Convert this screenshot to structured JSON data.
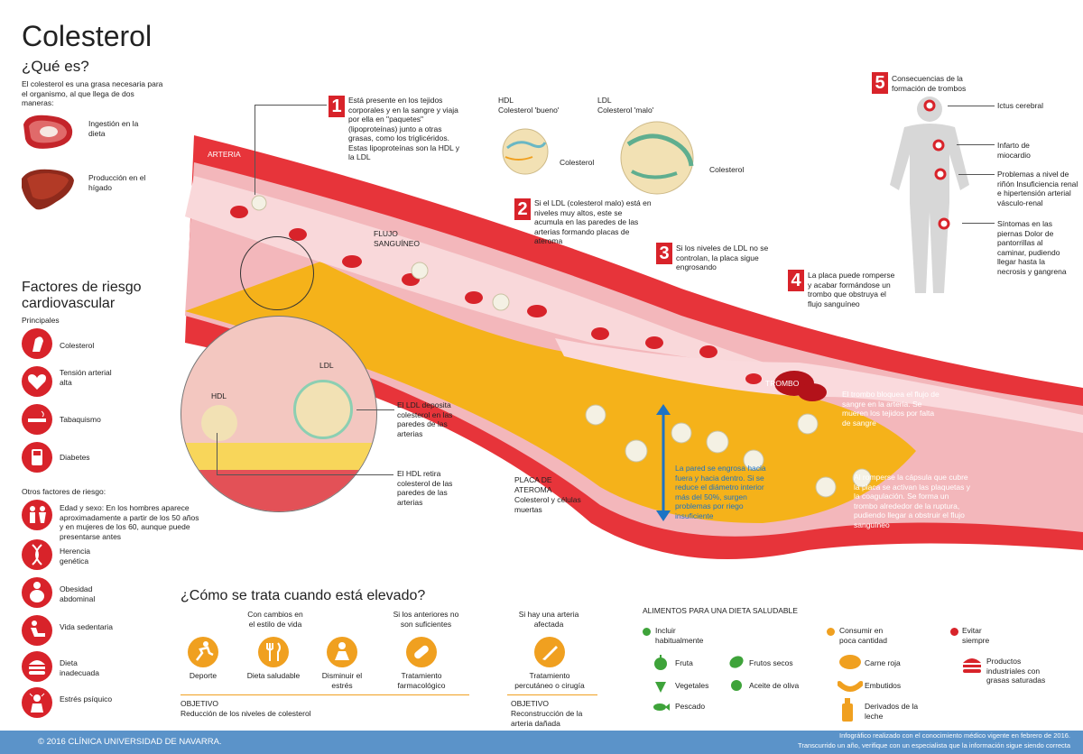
{
  "title": "Colesterol",
  "que_es": {
    "heading": "¿Qué es?",
    "intro": "El colesterol es una grasa necesaria para el organismo, al que llega de dos maneras:",
    "ingestion": "Ingestión en la dieta",
    "produccion": "Producción en el hígado"
  },
  "steps": {
    "s1_num": "1",
    "s1_text": "Está presente en los tejidos corporales y en la sangre y viaja por ella en \"paquetes\" (lipoproteínas) junto a otras grasas, como los triglicéridos. Estas lipoproteínas son la HDL y la LDL",
    "s2_num": "2",
    "s2_text": "Si el LDL (colesterol malo) está en niveles muy altos, este se acumula en las paredes de las arterias formando placas de ateroma",
    "s3_num": "3",
    "s3_text": "Si los niveles de LDL no se controlan, la placa sigue engrosando",
    "s4_num": "4",
    "s4_text": "La placa puede romperse y acabar formándose un trombo que obstruya el flujo sanguíneo",
    "s5_num": "5",
    "s5_text": "Consecuencias de la formación de trombos"
  },
  "lipo": {
    "hdl_title": "HDL",
    "hdl_sub": "Colesterol 'bueno'",
    "ldl_title": "LDL",
    "ldl_sub": "Colesterol 'malo'",
    "colesterol1": "Colesterol",
    "colesterol2": "Colesterol"
  },
  "artery": {
    "arteria": "ARTERIA",
    "flujo": "FLUJO SANGUÍNEO",
    "trombo": "TROMBO",
    "placa": "PLACA DE ATEROMA",
    "placa_sub": "Colesterol y células muertas",
    "pared": "La pared se engrosa hacia fuera y hacia dentro. Si se reduce el diámetro interior más del 50%, surgen problemas por riego insuficiente",
    "trombo_text": "El trombo bloquea el flujo de sangre en la arteria. Se mueren los tejidos por falta de sangre",
    "capsula_text": "Al romperse la cápsula que cubre la placa se activan las plaquetas y la coagulación. Se forma un trombo alrededor de la ruptura, pudiendo llegar a obstruir el flujo sanguíneo"
  },
  "zoom": {
    "hdl": "HDL",
    "ldl": "LDL",
    "ldl_deposita": "El LDL deposita colesterol en las paredes de las arterias",
    "hdl_retira": "El HDL retira colesterol de las paredes de las arterias"
  },
  "body": {
    "ictus": "Ictus cerebral",
    "infarto": "Infarto de miocardio",
    "rinon": "Problemas a nivel de riñón Insuficiencia renal e hipertensión arterial vásculo-renal",
    "piernas": "Síntomas en las piernas Dolor de pantorrillas al caminar, pudiendo llegar hasta la necrosis y gangrena"
  },
  "factores": {
    "heading": "Factores de riesgo cardiovascular",
    "principales": "Principales",
    "items": [
      "Colesterol",
      "Tensión arterial alta",
      "Tabaquismo",
      "Diabetes"
    ],
    "otros": "Otros factores de riesgo:",
    "otros_items": [
      "Edad y sexo: En los hombres aparece aproximadamente a partir de los 50 años y en mujeres de los 60, aunque puede presentarse antes",
      "Herencia genética",
      "Obesidad abdominal",
      "Vida sedentaria",
      "Dieta inadecuada",
      "Estrés psíquico"
    ]
  },
  "tratamiento": {
    "heading": "¿Cómo se trata cuando está elevado?",
    "group1": "Con cambios en el estilo de vida",
    "group2": "Si los anteriores no son suficientes",
    "group3": "Si hay una arteria afectada",
    "items": [
      "Deporte",
      "Dieta saludable",
      "Disminuir el estrés",
      "Tratamiento farmacológico",
      "Tratamiento percutáneo o cirugía"
    ],
    "objetivo1": "OBJETIVO",
    "objetivo1_text": "Reducción de los niveles de colesterol",
    "objetivo2": "OBJETIVO",
    "objetivo2_text": "Reconstrucción de la arteria dañada"
  },
  "alimentos": {
    "heading": "ALIMENTOS PARA UNA DIETA SALUDABLE",
    "incluir": "Incluir habitualmente",
    "consumir": "Consumir en poca cantidad",
    "evitar": "Evitar siempre",
    "incluir_items": [
      "Fruta",
      "Vegetales",
      "Pescado",
      "Frutos secos",
      "Aceite de oliva"
    ],
    "consumir_items": [
      "Carne roja",
      "Embutidos",
      "Derivados de la leche"
    ],
    "evitar_items": [
      "Productos industriales con grasas saturadas"
    ]
  },
  "footer": {
    "copyright": "© 2016 CLÍNICA UNIVERSIDAD DE NAVARRA.",
    "note1": "Infográfico realizado con el conocimiento médico vigente en febrero de 2016.",
    "note2": "Transcurrido un año, verifique con un especialista que la información sigue siendo correcta"
  },
  "colors": {
    "red": "#d8232a",
    "orange": "#f0a020",
    "green": "#3ea33a",
    "footer_blue": "#5b93c9"
  }
}
